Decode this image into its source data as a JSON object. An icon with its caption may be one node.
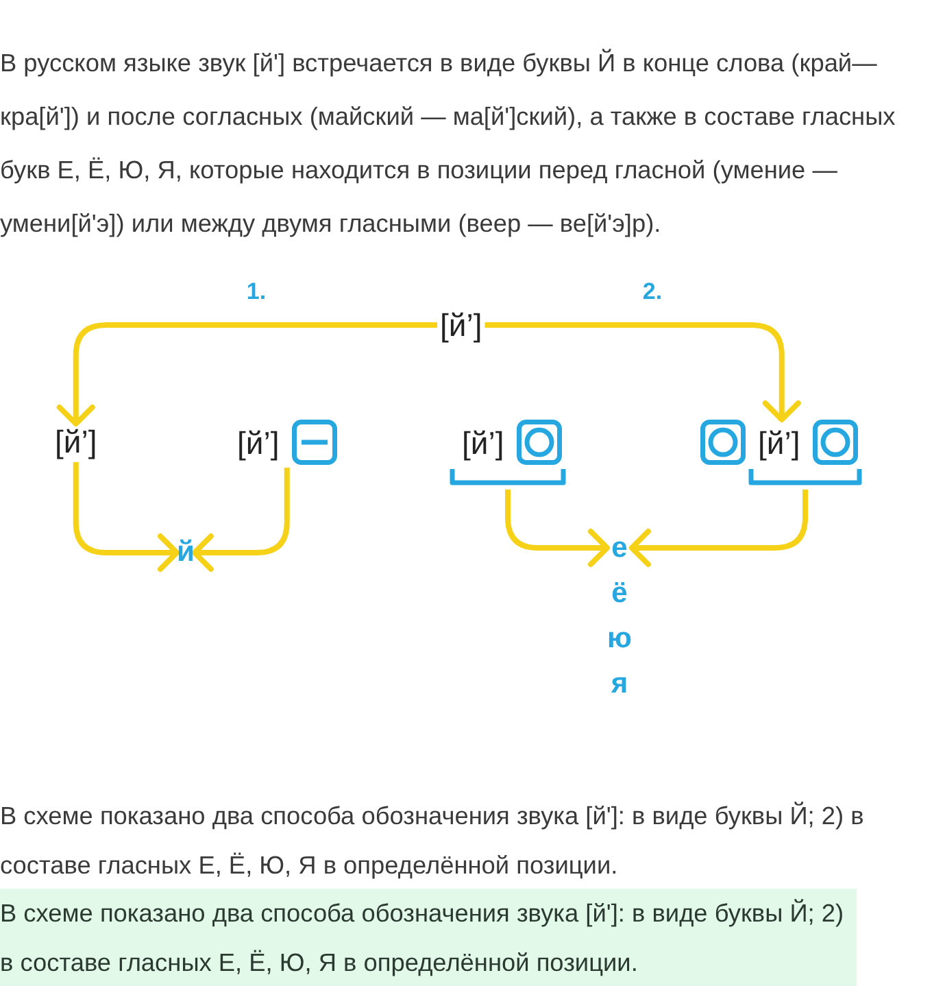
{
  "diagram": {
    "nodes": [
      {
        "text": [
          "[й’]"
        ]
      },
      {
        "text": [
          "[й’]"
        ]
      },
      {
        "text": [
          "[й’]"
        ]
      },
      {
        "text": [
          "[й’]"
        ]
      },
      {
        "text": [
          "[й’]"
        ]
      },
      {
        "text": [
          "й"
        ]
      },
      {
        "text": [
          "е",
          "ё",
          "ю",
          "я"
        ]
      }
    ],
    "edges": [
      {
        "from": 0,
        "to": 1,
        "arrow": "to",
        "label": "1."
      },
      {
        "from": 0,
        "to": 4,
        "arrow": "to",
        "label": "2."
      },
      {
        "from": 1,
        "to": 5,
        "arrow": "to"
      },
      {
        "from": 2,
        "to": 5,
        "arrow": "to"
      },
      {
        "from": 3,
        "to": 6,
        "arrow": "to"
      },
      {
        "from": 4,
        "to": 6,
        "arrow": "to"
      }
    ],
    "labels": [
      "В русском языке звук [й'] встречается в виде буквы Й в конце слова (край— кра[й']) и после согласных (майский — ма[й']ский), а также в составе гласных букв Е, Ё, Ю, Я, которые находится в позиции перед гласной (умение — умени[й'э]) или между двумя гласными (веер — ве[й'э]р).",
      "В схеме показано два способа обозначения звука [й']: в виде буквы Й; 2) в составе гласных Е, Ё, Ю, Я в определённой позиции.",
      "В схеме показано два способа обозначения звука [й']: в виде буквы Й; 2) в составе гласных Е, Ё, Ю, Я в определённой позиции."
    ]
  }
}
